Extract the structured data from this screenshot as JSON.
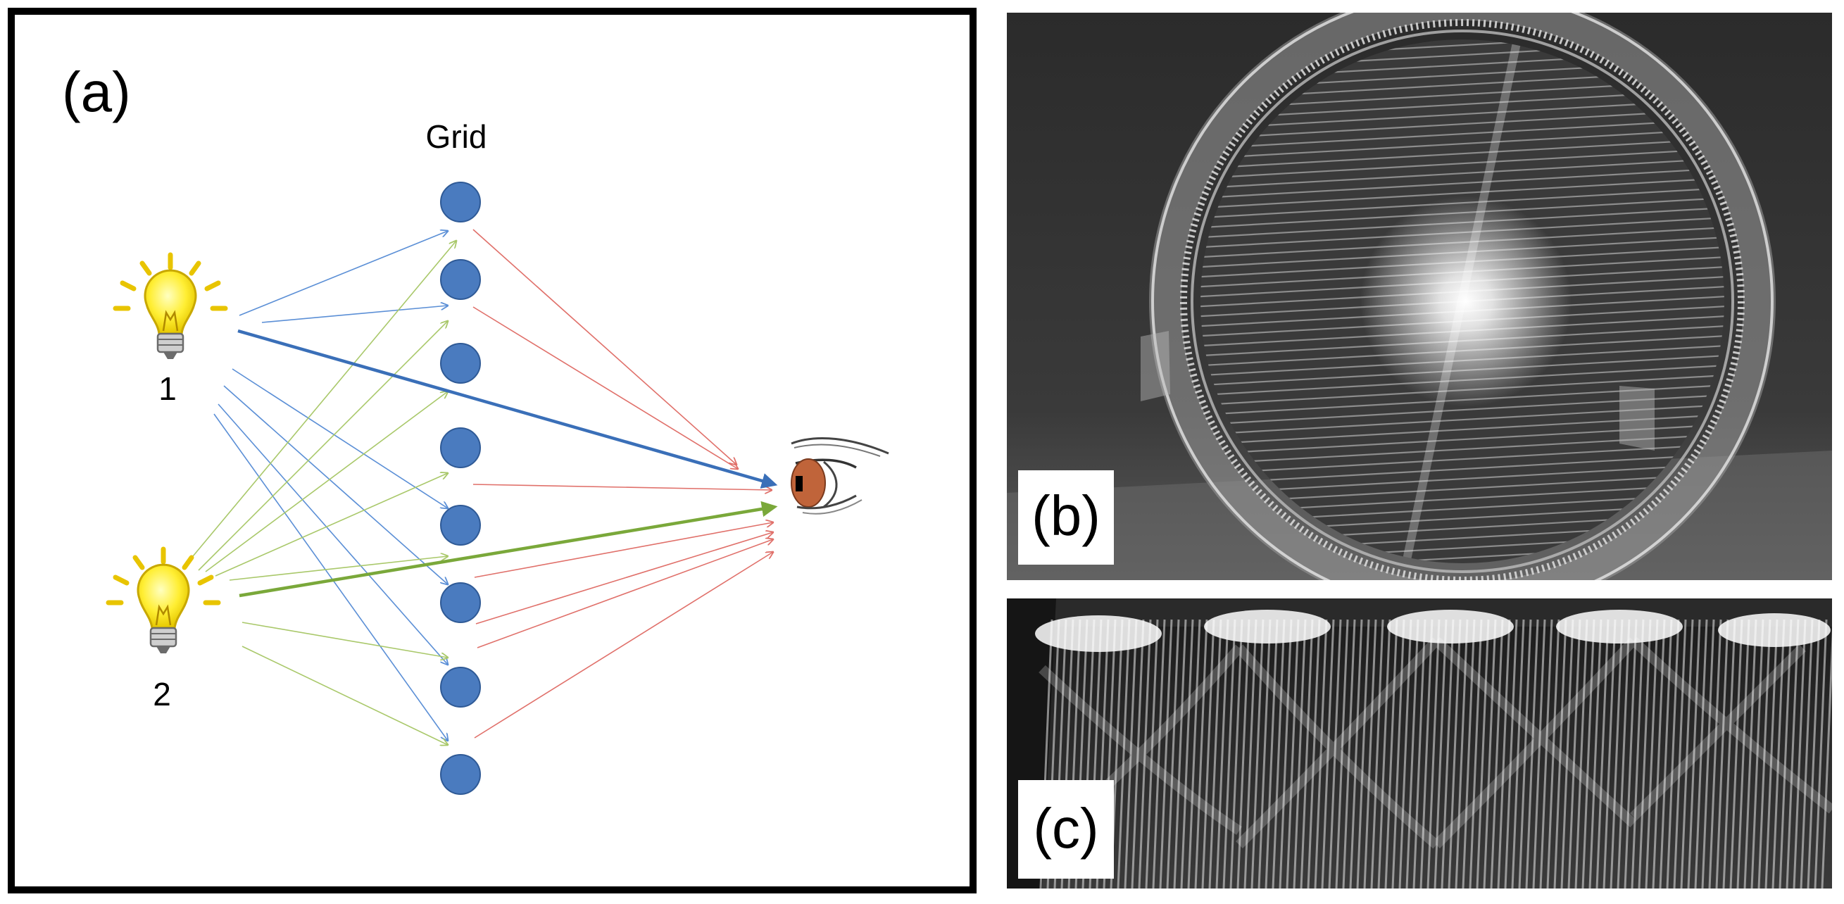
{
  "panels": {
    "a": {
      "label": "(a)",
      "grid_label": "Grid",
      "source1_label": "1",
      "source2_label": "2",
      "grid_dot_count": 8
    },
    "b": {
      "label": "(b)"
    },
    "c": {
      "label": "(c)"
    }
  },
  "colors": {
    "frame": "#000000",
    "grid_dot": "#4a7bbf",
    "grid_dot_stroke": "#2f5a96",
    "ray_source1": "#5b8fd6",
    "ray_source2": "#a9c86a",
    "ray_grid_to_eye": "#e0706a",
    "bold_ray_source1": "#3a6fb8",
    "bold_ray_source2": "#7aa83a",
    "bulb": "#ffee33",
    "bulb_rays": "#e8c400",
    "iris": "#c0643a",
    "photo_dark": "#2c2c2c"
  },
  "icons": [
    "light-bulb-icon",
    "eye-icon"
  ]
}
